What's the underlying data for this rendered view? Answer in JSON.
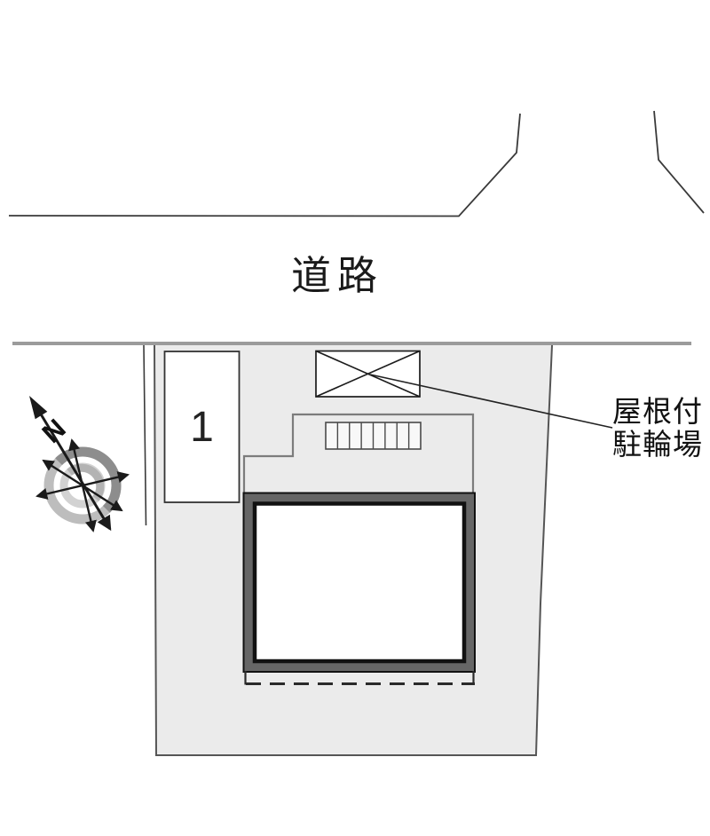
{
  "labels": {
    "road": "道路",
    "space_number": "1",
    "bike_shed_line1": "屋根付",
    "bike_shed_line2": "駐輪場",
    "north": "N"
  },
  "parking": {
    "spaces": [
      "1"
    ]
  },
  "bike_rack": {
    "slots": 8
  },
  "colors": {
    "site_fill": "#ebebeb",
    "road_line": "#9b9b9b",
    "boundary": "#555555",
    "ink": "#1f1f1f",
    "building_frame": "#666666",
    "building_outline": "#111111",
    "entrance_outline": "#7c7c7c",
    "ring_outer_dark": "#8d8d8d",
    "ring_outer_light": "#bdbdbd",
    "ring_inner_dark": "#b3b3b3",
    "ring_inner_light": "#d2d2d2"
  }
}
